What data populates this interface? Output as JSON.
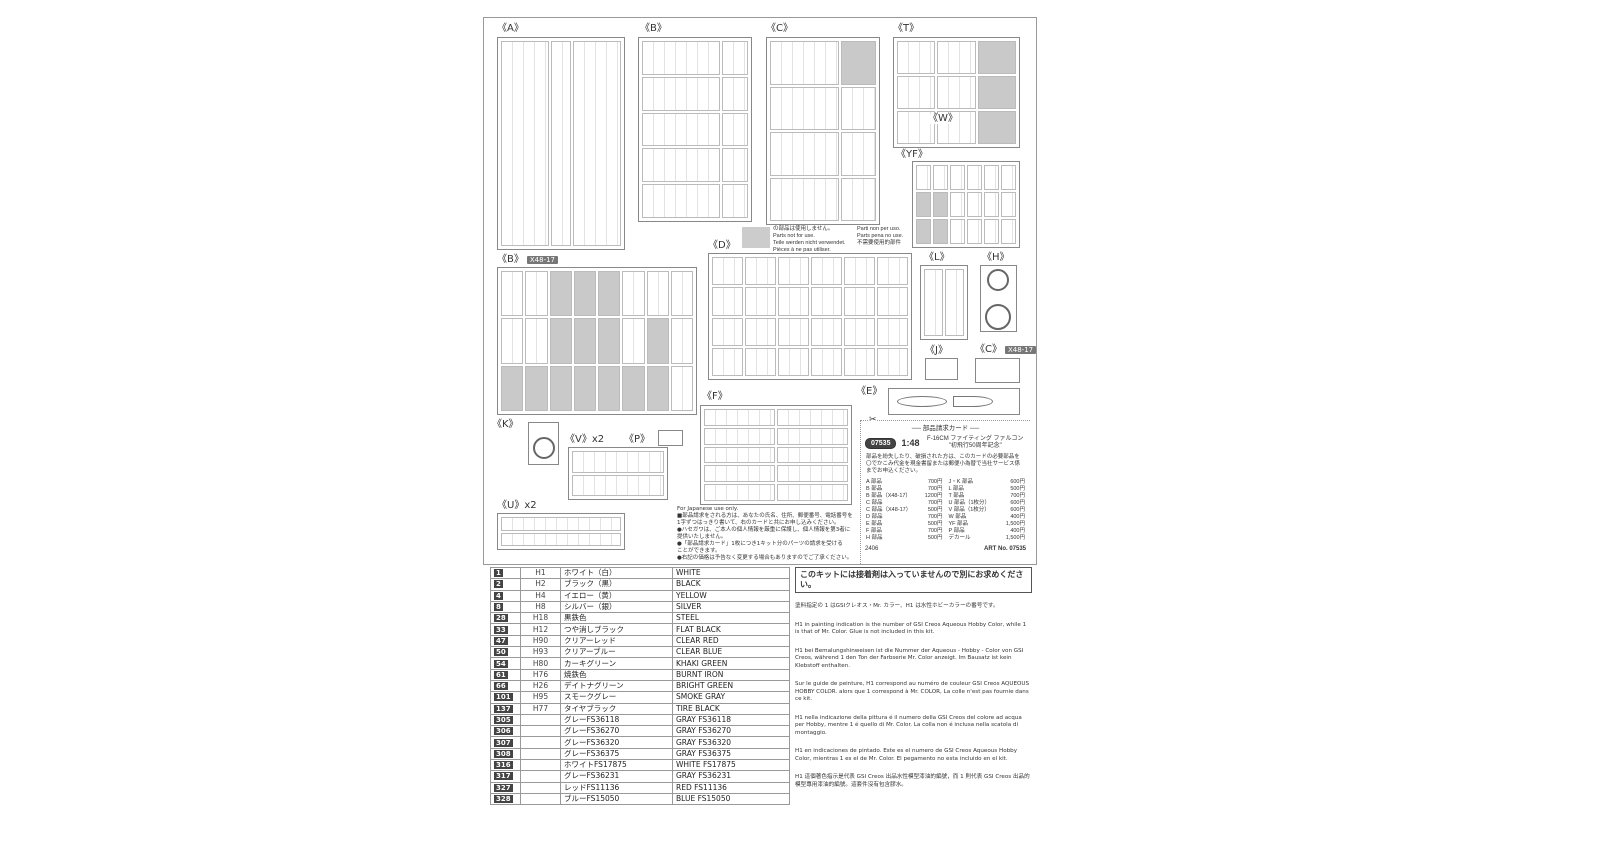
{
  "groups": {
    "A": "《A》",
    "B": "《B》",
    "C": "《C》",
    "T": "《T》",
    "W": "《W》",
    "YF": "《YF》",
    "B2": "《B》",
    "B2_badge": "X48-17",
    "D": "《D》",
    "L": "《L》",
    "H": "《H》",
    "J": "《J》",
    "C2": "《C》",
    "C2_badge": "X48-17",
    "E": "《E》",
    "F": "《F》",
    "K": "《K》",
    "V": "《V》x2",
    "P": "《P》",
    "U": "《U》x2"
  },
  "unused_note": [
    "の部品は使用しません。",
    "Parts not for use.",
    "Teile werden nicht verwendet.",
    "Pièces à ne pas utiliser."
  ],
  "unused_note2": [
    "Parti non per uso.",
    "Parts pena no use.",
    "不需要使用的部件"
  ],
  "jp_notes": [
    "For Japanese use only.",
    "■部品請求をされる方は、あなたの氏名、住所、郵便番号、電話番号を",
    "1字ずつはっきり書いて、右のカードと共にお申し込みください。",
    "●ハセガワは、ご本人の個人情報を厳重に保護し、個人情報を第3者に",
    "提供いたしません。",
    "●「部品請求カード」1枚につき1キット分のパーツの請求を受ける",
    "ことができます。",
    "●右記の価格は予告なく変更する場合もありますのでご了承ください。"
  ],
  "card": {
    "title": "── 部品請求カード ──",
    "kit_no": "07535",
    "scale": "1:48",
    "name": "F-16CM ファイティング ファルコン",
    "subtitle": "\"初飛行50周年記念\"",
    "desc": "部品を紛失したり、破損された方は、このカードの必要部品を〇でかこみ代金を現金書留または郵便小為替で当社サービス係までお申込ください。",
    "left": [
      {
        "part": "A 部品",
        "price": "700円"
      },
      {
        "part": "B 部品",
        "price": "700円"
      },
      {
        "part": "B 部品（X48-17）",
        "price": "1200円"
      },
      {
        "part": "C 部品",
        "price": "700円"
      },
      {
        "part": "C 部品（X48-17）",
        "price": "500円"
      },
      {
        "part": "D 部品",
        "price": "700円"
      },
      {
        "part": "E 部品",
        "price": "500円"
      },
      {
        "part": "F 部品",
        "price": "700円"
      },
      {
        "part": "H 部品",
        "price": "500円"
      }
    ],
    "right": [
      {
        "part": "J・K 部品",
        "price": "600円"
      },
      {
        "part": "L 部品",
        "price": "500円"
      },
      {
        "part": "T 部品",
        "price": "700円"
      },
      {
        "part": "U 部品（1枚分）",
        "price": "600円"
      },
      {
        "part": "V 部品（1枚分）",
        "price": "600円"
      },
      {
        "part": "W 部品",
        "price": "400円"
      },
      {
        "part": "YF 部品",
        "price": "1,500円"
      },
      {
        "part": "P 部品",
        "price": "400円"
      },
      {
        "part": "デカール",
        "price": "1,500円"
      }
    ],
    "code": "2406",
    "art_no": "ART No. 07535"
  },
  "paints": [
    {
      "num": "1",
      "h": "H1",
      "jp": "ホワイト（白）",
      "en": "WHITE"
    },
    {
      "num": "2",
      "h": "H2",
      "jp": "ブラック（黒）",
      "en": "BLACK"
    },
    {
      "num": "4",
      "h": "H4",
      "jp": "イエロー（黄）",
      "en": "YELLOW"
    },
    {
      "num": "8",
      "h": "H8",
      "jp": "シルバー（銀）",
      "en": "SILVER"
    },
    {
      "num": "28",
      "h": "H18",
      "jp": "黒鉄色",
      "en": "STEEL"
    },
    {
      "num": "33",
      "h": "H12",
      "jp": "つや消しブラック",
      "en": "FLAT BLACK"
    },
    {
      "num": "47",
      "h": "H90",
      "jp": "クリアーレッド",
      "en": "CLEAR RED"
    },
    {
      "num": "50",
      "h": "H93",
      "jp": "クリアーブルー",
      "en": "CLEAR BLUE"
    },
    {
      "num": "54",
      "h": "H80",
      "jp": "カーキグリーン",
      "en": "KHAKI GREEN"
    },
    {
      "num": "61",
      "h": "H76",
      "jp": "焼鉄色",
      "en": "BURNT IRON"
    },
    {
      "num": "66",
      "h": "H26",
      "jp": "デイトナグリーン",
      "en": "BRIGHT GREEN"
    },
    {
      "num": "101",
      "h": "H95",
      "jp": "スモークグレー",
      "en": "SMOKE GRAY"
    },
    {
      "num": "137",
      "h": "H77",
      "jp": "タイヤブラック",
      "en": "TIRE BLACK"
    },
    {
      "num": "305",
      "h": "",
      "jp": "グレーFS36118",
      "en": "GRAY FS36118"
    },
    {
      "num": "306",
      "h": "",
      "jp": "グレーFS36270",
      "en": "GRAY FS36270"
    },
    {
      "num": "307",
      "h": "",
      "jp": "グレーFS36320",
      "en": "GRAY FS36320"
    },
    {
      "num": "308",
      "h": "",
      "jp": "グレーFS36375",
      "en": "GRAY FS36375"
    },
    {
      "num": "316",
      "h": "",
      "jp": "ホワイトFS17875",
      "en": "WHITE FS17875"
    },
    {
      "num": "317",
      "h": "",
      "jp": "グレーFS36231",
      "en": "GRAY FS36231"
    },
    {
      "num": "327",
      "h": "",
      "jp": "レッドFS11136",
      "en": "RED FS11136"
    },
    {
      "num": "328",
      "h": "",
      "jp": "ブルーFS15050",
      "en": "BLUE FS15050"
    }
  ],
  "notice": {
    "warning": "このキットには接着剤は入っていませんので別にお求めください。",
    "paragraphs": [
      "塗料指定の 1 はGSIクレオス・Mr. カラー、H1 は水性ホビーカラーの番号です。",
      "H1 in painting indication is the number of GSI Creos Aqueous Hobby Color, while 1 is that of Mr. Color. Glue is not included in this kit.",
      "H1 bei Bemalungshinweisen ist die Nummer der Aqueous - Hobby - Color von GSI Creos, während 1 den Ton der Farbserie Mr. Color anzeigt. Im Bausatz ist kein Klebstoff enthalten.",
      "Sur le guide de peinture, H1 correspond au numéro de couleur GSI Creos AQUEOUS HOBBY COLOR. alors que 1 correspond à Mr. COLOR, La colle n'est pas fournie dans ce kit.",
      "H1 nella indicazione della pittura é il numero della GSI Creos del colore ad acqua per Hobby, mentre 1 é quello di Mr. Color. La colla non é inclusa nella scatola di montaggio.",
      "H1 en indicaciones de pintado. Este es el numero de GSI Creos Aqueous Hobby Color, mientras 1 es el de Mr. Color. El pegamento no esta incluido en el kit.",
      "H1 這個著色指示是代表 GSI Creos 出品水性模型漆油的編號，而 1 則代表 GSI Creos 出品的模型專用漆油的編號。這套件沒有包含膠水。"
    ]
  }
}
